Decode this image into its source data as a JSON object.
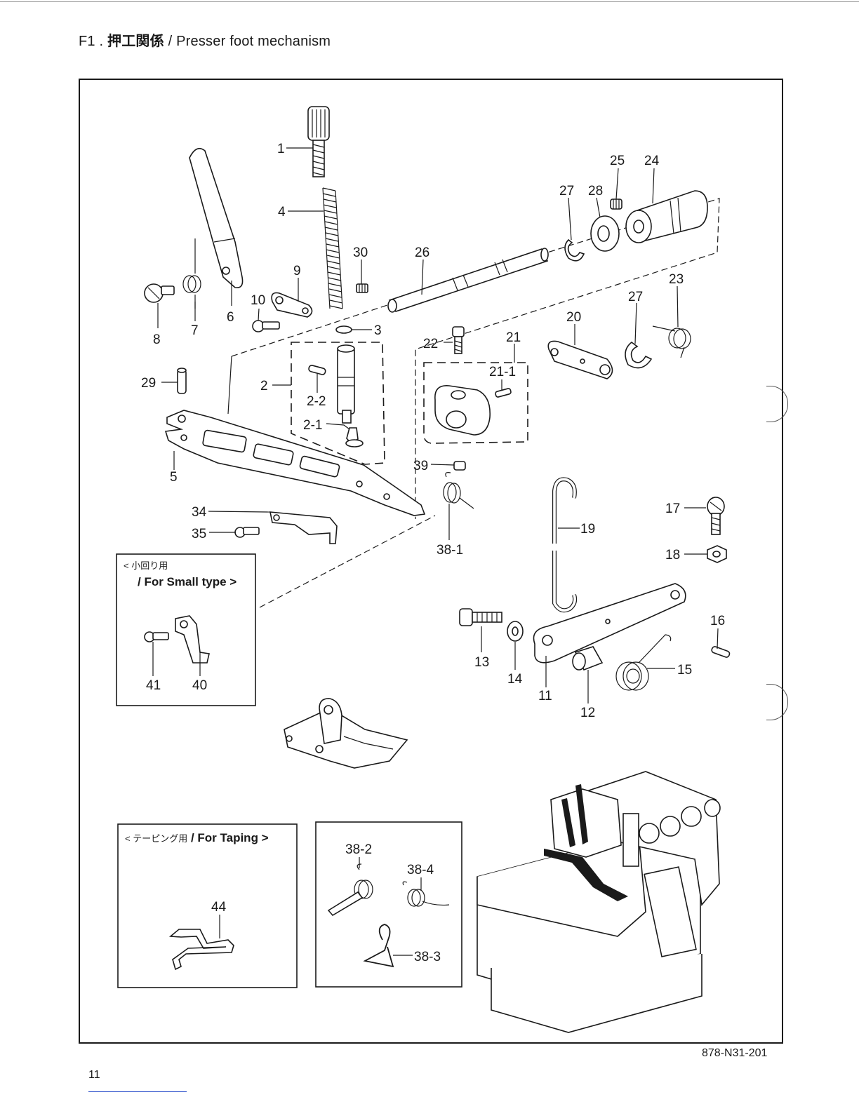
{
  "header": {
    "title_prefix": "F1 .",
    "title_jp": "押工関係",
    "title_sep": " / ",
    "title_en": "Presser foot mechanism"
  },
  "callouts": [
    {
      "id": "1",
      "text": "1"
    },
    {
      "id": "4",
      "text": "4"
    },
    {
      "id": "25",
      "text": "25"
    },
    {
      "id": "24",
      "text": "24"
    },
    {
      "id": "27a",
      "text": "27"
    },
    {
      "id": "28",
      "text": "28"
    },
    {
      "id": "30",
      "text": "30"
    },
    {
      "id": "26",
      "text": "26"
    },
    {
      "id": "9",
      "text": "9"
    },
    {
      "id": "10",
      "text": "10"
    },
    {
      "id": "8",
      "text": "8"
    },
    {
      "id": "7",
      "text": "7"
    },
    {
      "id": "6",
      "text": "6"
    },
    {
      "id": "3",
      "text": "3"
    },
    {
      "id": "23",
      "text": "23"
    },
    {
      "id": "27b",
      "text": "27"
    },
    {
      "id": "20",
      "text": "20"
    },
    {
      "id": "21",
      "text": "21"
    },
    {
      "id": "22",
      "text": "22"
    },
    {
      "id": "21-1",
      "text": "21-1"
    },
    {
      "id": "29",
      "text": "29"
    },
    {
      "id": "2",
      "text": "2"
    },
    {
      "id": "2-2",
      "text": "2-2"
    },
    {
      "id": "2-1",
      "text": "2-1"
    },
    {
      "id": "5",
      "text": "5"
    },
    {
      "id": "39",
      "text": "39"
    },
    {
      "id": "38-1",
      "text": "38-1"
    },
    {
      "id": "34",
      "text": "34"
    },
    {
      "id": "35",
      "text": "35"
    },
    {
      "id": "19",
      "text": "19"
    },
    {
      "id": "17",
      "text": "17"
    },
    {
      "id": "18",
      "text": "18"
    },
    {
      "id": "16",
      "text": "16"
    },
    {
      "id": "13",
      "text": "13"
    },
    {
      "id": "14",
      "text": "14"
    },
    {
      "id": "11",
      "text": "11"
    },
    {
      "id": "12",
      "text": "12"
    },
    {
      "id": "15",
      "text": "15"
    },
    {
      "id": "41",
      "text": "41"
    },
    {
      "id": "40",
      "text": "40"
    },
    {
      "id": "44",
      "text": "44"
    },
    {
      "id": "38-2",
      "text": "38-2"
    },
    {
      "id": "38-4",
      "text": "38-4"
    },
    {
      "id": "38-3",
      "text": "38-3"
    }
  ],
  "insets": {
    "small_type": {
      "jp": "< 小回り用",
      "en": "/ For Small type >"
    },
    "taping": {
      "jp": "< テーピング用",
      "en": " / For Taping >"
    }
  },
  "footer": {
    "doc_code": "878-N31-201",
    "page_number": "11"
  }
}
